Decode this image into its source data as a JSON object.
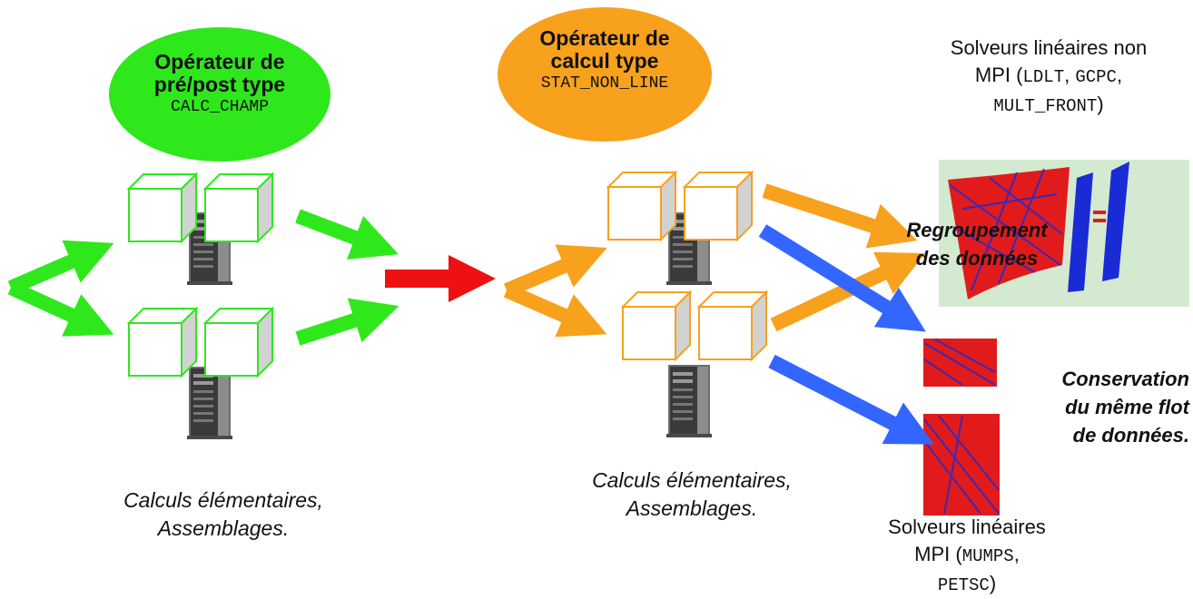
{
  "green_operator": {
    "line1": "Opérateur de",
    "line2": "pré/post type",
    "code": "CALC_CHAMP"
  },
  "orange_operator": {
    "line1": "Opérateur de",
    "line2": "calcul type",
    "code": "STAT_NON_LINE"
  },
  "solvers_non_mpi": {
    "line1": "Solveurs linéaires non",
    "line2_prefix": "MPI (",
    "line2_code": "LDLT",
    "line2_sep": ", ",
    "line2_code2": "GCPC",
    "line2_comma": ",",
    "line3_code": "MULT_FRONT",
    "line3_suffix": ")"
  },
  "regroupement": {
    "line1": "Regroupement",
    "line2": "des données"
  },
  "conservation": {
    "line1": "Conservation",
    "line2": "du même flot",
    "line3": "de données."
  },
  "caption_left": {
    "line1": "Calculs élémentaires,",
    "line2": "Assemblages."
  },
  "caption_mid": {
    "line1": "Calculs élémentaires,",
    "line2": "Assemblages."
  },
  "solvers_mpi": {
    "line1": "Solveurs linéaires",
    "line2_prefix": "MPI (",
    "line2_code": "MUMPS",
    "line2_comma": ",",
    "line3_code": "PETSC",
    "line3_suffix": ")"
  },
  "colors": {
    "green": "#2ee81c",
    "orange": "#f7a11d",
    "red": "#ee1111",
    "blue": "#3366ff",
    "matrix_red": "#e11b1b",
    "matrix_blue": "#1a2bd6"
  }
}
